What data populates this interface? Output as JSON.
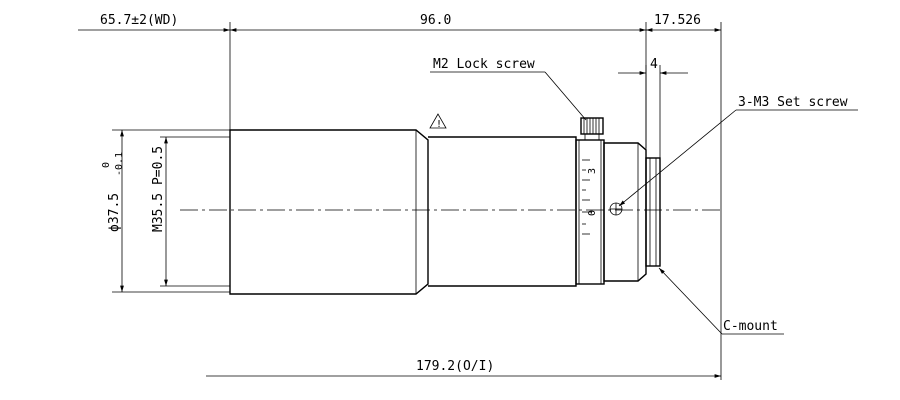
{
  "dimensions": {
    "working_distance": "65.7±2(WD)",
    "body_length": "96.0",
    "flange_back": "17.526",
    "thread_depth": "4",
    "overall_length": "179.2(O/I)",
    "diameter_prefix": "ϕ37.5",
    "diameter_tol_upper": "0",
    "diameter_tol_lower": "-0.1",
    "filter_thread": "M35.5 P=0.5"
  },
  "callouts": {
    "lock_screw": "M2 Lock screw",
    "set_screw": "3-M3 Set screw",
    "mount": "C-mount",
    "warning_symbol": "!"
  },
  "scale_marks": {
    "mark_3": "3",
    "mark_0": "0"
  }
}
